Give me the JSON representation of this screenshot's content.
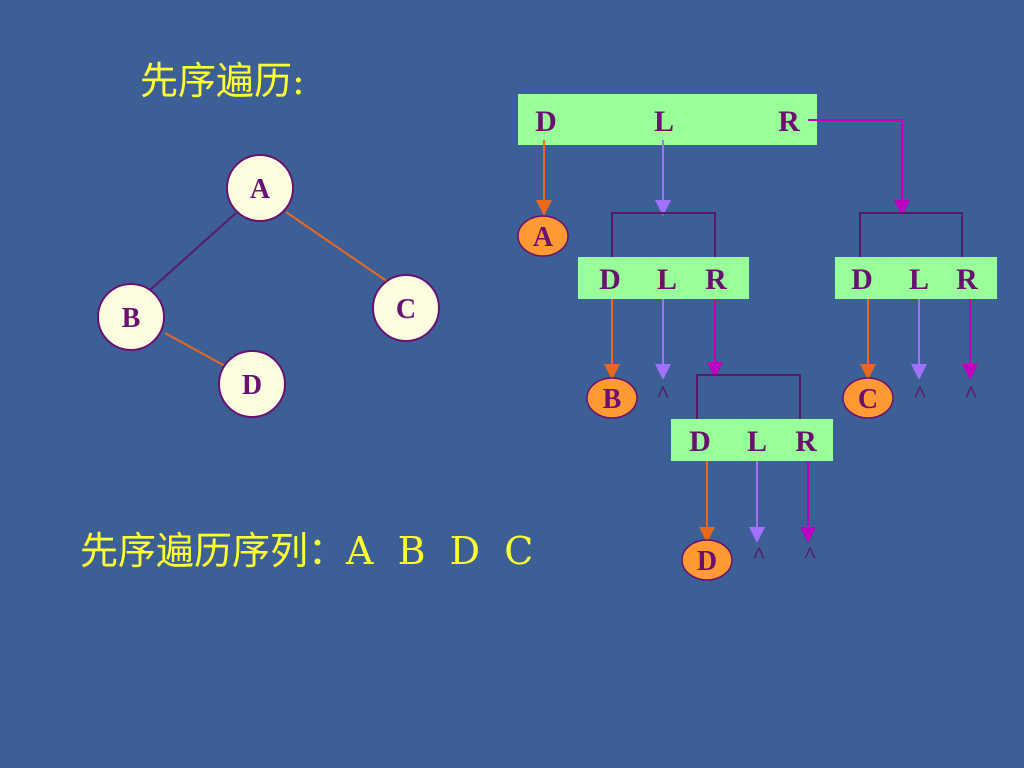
{
  "title": "先序遍历:",
  "sequence": "先序遍历序列：A  B  D  C",
  "colors": {
    "background": "#3c6096",
    "title_text": "#ffff33",
    "node_fill": "#fffde0",
    "node_border": "#6a1070",
    "edge_dark": "#5a1a6a",
    "edge_orange": "#e86820",
    "box_fill": "#99ff99",
    "visited_fill": "#ff9933",
    "arrow_d": "#e86820",
    "arrow_l": "#a070ff",
    "arrow_r": "#c000c0",
    "bracket": "#5a1a6a"
  },
  "tree": {
    "nodes": [
      {
        "id": "A",
        "label": "A"
      },
      {
        "id": "B",
        "label": "B"
      },
      {
        "id": "C",
        "label": "C"
      },
      {
        "id": "D",
        "label": "D"
      }
    ],
    "edges": [
      [
        "A",
        "B"
      ],
      [
        "A",
        "C"
      ],
      [
        "B",
        "D"
      ]
    ]
  },
  "recursion": {
    "root_box": {
      "d": "D",
      "l": "L",
      "r": "R"
    },
    "level1_left_box": {
      "d": "D",
      "l": "L",
      "r": "R"
    },
    "level1_right_box": {
      "d": "D",
      "l": "L",
      "r": "R"
    },
    "level2_box": {
      "d": "D",
      "l": "L",
      "r": "R"
    },
    "visited": [
      "A",
      "B",
      "C",
      "D"
    ],
    "null_marker": "^"
  }
}
